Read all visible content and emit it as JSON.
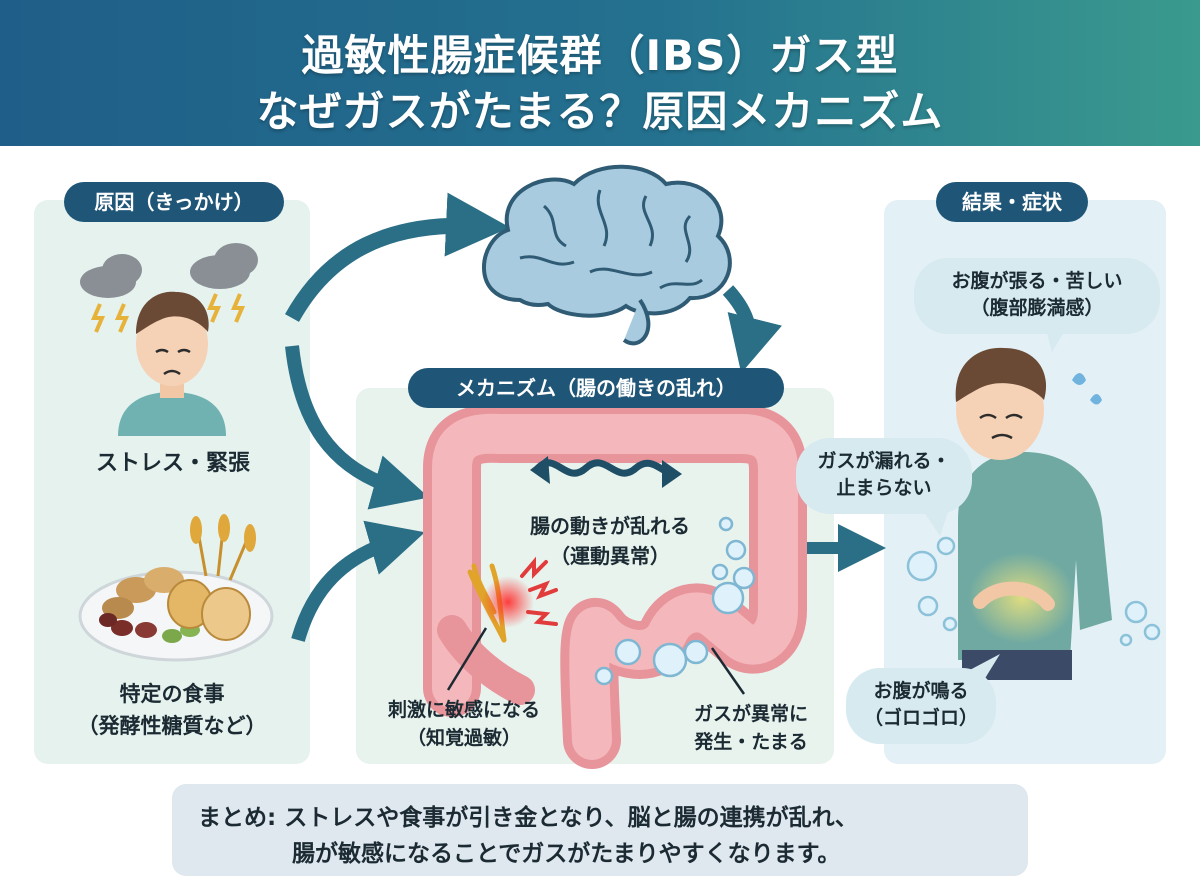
{
  "header": {
    "title_line1": "過敏性腸症候群（IBS）ガス型",
    "title_line2": "なぜガスがたまる？原因メカニズム"
  },
  "causes": {
    "title": "原因（きっかけ）",
    "stress_label": "ストレス・緊張",
    "diet_line1": "特定の食事",
    "diet_line2": "（発酵性糖質など）"
  },
  "mechanism": {
    "title": "メカニズム（腸の働きの乱れ）",
    "motility_line1": "腸の動きが乱れる",
    "motility_line2": "（運動異常）",
    "sensitive_line1": "刺激に敏感になる",
    "sensitive_line2": "（知覚過敏）",
    "gas_line1": "ガスが異常に",
    "gas_line2": "発生・たまる"
  },
  "results": {
    "title": "結果・症状",
    "bloating_line1": "お腹が張る・苦しい",
    "bloating_line2": "（腹部膨満感）",
    "leak_line1": "ガスが漏れる・",
    "leak_line2": "止まらない",
    "rumble_line1": "お腹が鳴る",
    "rumble_line2": "（ゴロゴロ）"
  },
  "summary": {
    "line1": "まとめ: ストレスや食事が引き金となり、脳と腸の連携が乱れ、",
    "line2": "腸が敏感になることでガスがたまりやすくなります。"
  },
  "colors": {
    "header_start": "#1f5e88",
    "header_end": "#3a9a8e",
    "pill": "#1f5577",
    "arrow": "#2a6f86",
    "cause_panel": "#e6f2ee",
    "mechanism_panel": "#e8f3ee",
    "result_panel": "#e3f0f5"
  }
}
